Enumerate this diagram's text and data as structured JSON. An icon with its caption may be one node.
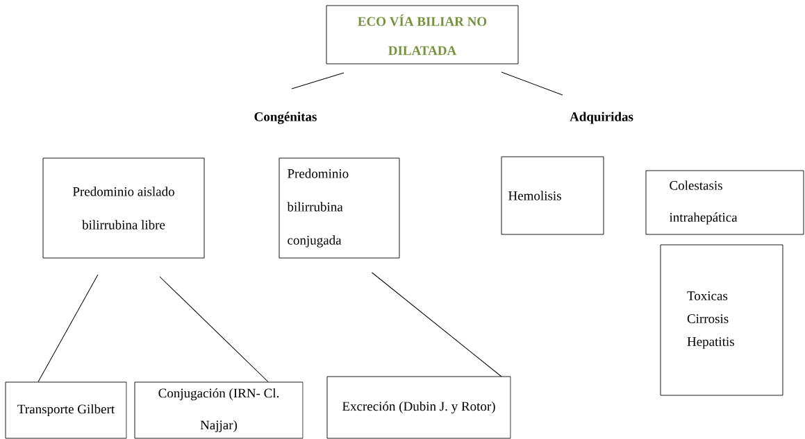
{
  "diagram": {
    "nodes": [
      {
        "text": [
          "ECO VÍA BILIAR NO DILATADA"
        ]
      },
      {
        "text": [
          "Congénitas"
        ]
      },
      {
        "text": [
          "Adquiridas"
        ]
      },
      {
        "text": [
          "Predominio aislado bilirrubina libre"
        ]
      },
      {
        "text": [
          "Predominio bilirrubina conjugada"
        ]
      },
      {
        "text": [
          "Hemolisis"
        ]
      },
      {
        "text": [
          "Colestasis intrahepática"
        ]
      },
      {
        "text": [
          "Toxicas Cirrosis Hepatitis"
        ]
      },
      {
        "text": [
          "Transporte Gilbert"
        ]
      },
      {
        "text": [
          "Conjugación (IRN- Cl. Najjar)"
        ]
      },
      {
        "text": [
          "Excreción (Dubin J. y Rotor)"
        ]
      }
    ],
    "edges": [
      {
        "from": 0,
        "to": 1,
        "arrow": "none"
      },
      {
        "from": 0,
        "to": 2,
        "arrow": "none"
      },
      {
        "from": 3,
        "to": 8,
        "arrow": "none"
      },
      {
        "from": 3,
        "to": 9,
        "arrow": "none"
      },
      {
        "from": 4,
        "to": 10,
        "arrow": "none"
      }
    ]
  }
}
